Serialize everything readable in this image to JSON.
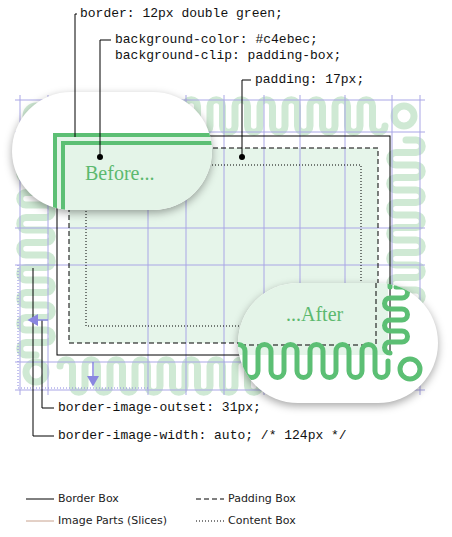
{
  "diagram": {
    "nodes": [
      {
        "text": [
          "Before..."
        ]
      },
      {
        "text": [
          "...After"
        ]
      }
    ],
    "labels": [
      "border: 12px double green;",
      "background-color: #c4ebec;",
      "background-clip: padding-box;",
      "padding: 17px;",
      "border-image-outset: 31px;",
      "border-image-width: auto; /* 124px */"
    ],
    "legend": [
      {
        "text": "Border Box"
      },
      {
        "text": "Padding Box"
      },
      {
        "text": "Image Parts (Slices)"
      },
      {
        "text": "Content Box"
      }
    ]
  }
}
